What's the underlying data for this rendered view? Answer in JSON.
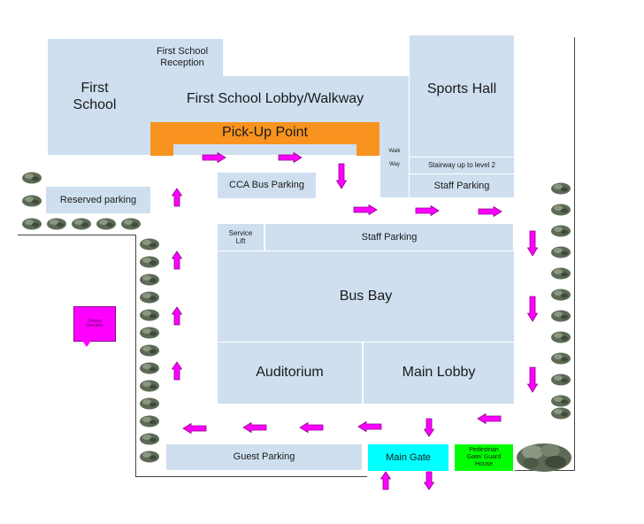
{
  "colors": {
    "building": "#cfdff0",
    "pickup": "#f7931e",
    "arrow": "#ff00ff",
    "arrow_outline": "#8a008a",
    "main_gate": "#00ffff",
    "guard_house": "#00ff00",
    "legend_marker": "#ff00ff",
    "bush": "#5d6b56"
  },
  "areas": {
    "first_school": "First School",
    "first_school_reception": "First School Reception",
    "lobby_walkway": "First School Lobby/Walkway",
    "pickup_point": "Pick-Up Point",
    "walkway_1": "Walk",
    "walkway_2": "Way",
    "sports_hall": "Sports Hall",
    "stairway": "Stairway up to level 2",
    "staff_parking_top": "Staff Parking",
    "reserved_parking": "Reserved parking",
    "cca_bus_parking": "CCA Bus Parking",
    "service_lift": "Service Lift",
    "staff_parking_main": "Staff Parking",
    "bus_bay": "Bus Bay",
    "auditorium": "Auditorium",
    "main_lobby": "Main Lobby",
    "guest_parking": "Guest Parking",
    "main_gate": "Main Gate",
    "pedestrian_gate": "Pedestrian Gate/ Guard House"
  },
  "legend": {
    "label": "Driving Direction"
  }
}
